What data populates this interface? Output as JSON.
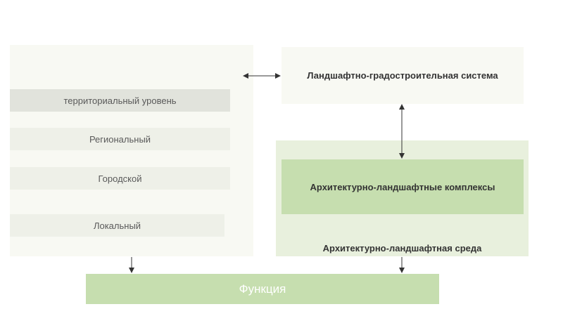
{
  "levels": {
    "header": "территориальный уровень",
    "items": [
      "Региональный",
      "Городской",
      "Локальный"
    ]
  },
  "system": "Ландшафтно-градостроительная система",
  "complexes": "Архитектурно-ландшафтные комплексы",
  "environment": "Архитектурно-ландшафтная среда",
  "function": "Функция",
  "colors": {
    "panel": "#f8f9f3",
    "level_header": "#e1e3dc",
    "level_item": "#eef0e8",
    "env": "#e8f0dd",
    "accent_green": "#c6deaf",
    "arrow": "#333333"
  }
}
